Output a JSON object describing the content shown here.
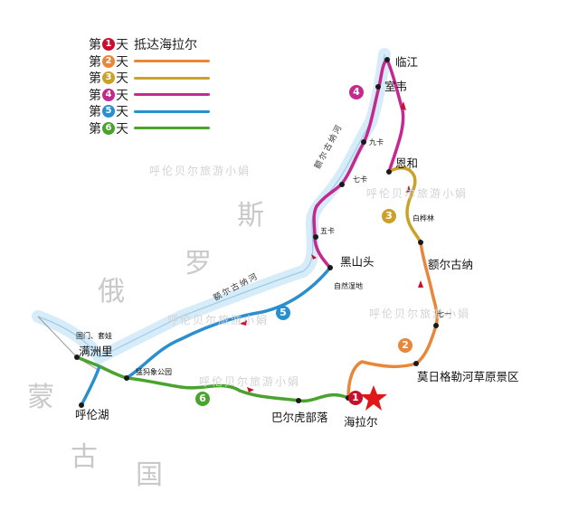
{
  "colors": {
    "day1": "#c8102e",
    "day2": "#e8873a",
    "day3": "#c9a227",
    "day4": "#c5288e",
    "day5": "#2a8fcf",
    "day6": "#4aa32c",
    "river": "#cfe8f6",
    "star": "#e01818"
  },
  "legend": [
    {
      "prefix": "第",
      "num": "1",
      "suffix": "天",
      "title": "抵达海拉尔",
      "color_key": "day1"
    },
    {
      "prefix": "第",
      "num": "2",
      "suffix": "天",
      "title": "",
      "color_key": "day2"
    },
    {
      "prefix": "第",
      "num": "3",
      "suffix": "天",
      "title": "",
      "color_key": "day3"
    },
    {
      "prefix": "第",
      "num": "4",
      "suffix": "天",
      "title": "",
      "color_key": "day4"
    },
    {
      "prefix": "第",
      "num": "5",
      "suffix": "天",
      "title": "",
      "color_key": "day5"
    },
    {
      "prefix": "第",
      "num": "6",
      "suffix": "天",
      "title": "",
      "color_key": "day6"
    }
  ],
  "places": {
    "linjiang": "临江",
    "shiwei": "室韦",
    "jiuka": "九卡",
    "enhe": "恩和",
    "qika": "七卡",
    "baihualin": "白桦林",
    "wuka": "五卡",
    "heishantou": "黑山头",
    "ziranshidi": "自然湿地",
    "eerguna": "额尔古纳",
    "qiyi": "七一",
    "morigele": "莫日格勒河草原景区",
    "hailaer": "海拉尔",
    "baerhu": "巴尔虎部落",
    "mengmaxiang": "猛犸象公园",
    "guomen": "国门、套娃",
    "manzhouli": "满洲里",
    "hulunhu": "呼伦湖"
  },
  "rivers": {
    "upper": "额尔古纳河",
    "lower": "额尔古纳河"
  },
  "countries": {
    "russia": [
      "俄",
      "罗",
      "斯"
    ],
    "mongolia": [
      "蒙",
      "古",
      "国"
    ]
  },
  "watermark": "呼伦贝尔旅游小娟",
  "day_badges": [
    "1",
    "2",
    "3",
    "4",
    "5",
    "6"
  ]
}
